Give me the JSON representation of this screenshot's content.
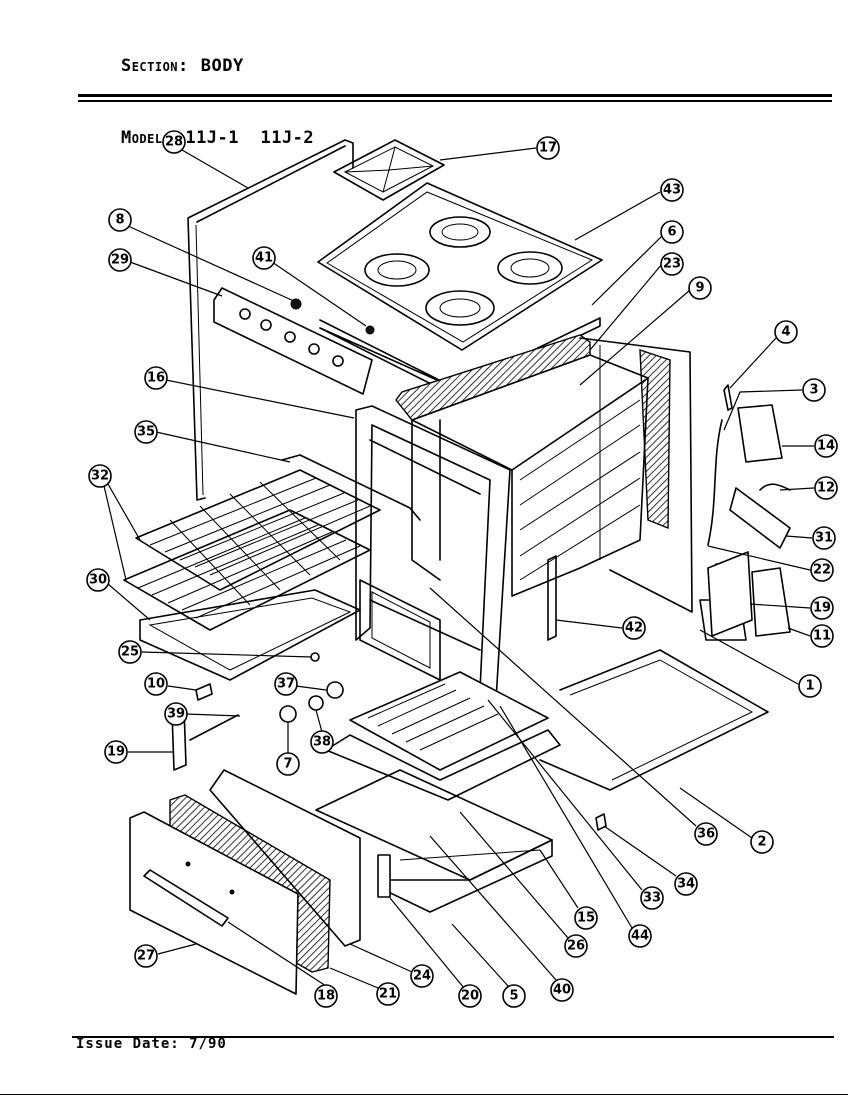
{
  "header": {
    "section_label": "Section:",
    "section_value": "BODY",
    "model_label": "Model:",
    "model_value": "11J-1  11J-2"
  },
  "footer": {
    "issue_date": "Issue Date: 7/90"
  },
  "callouts": [
    {
      "id": "28"
    },
    {
      "id": "17"
    },
    {
      "id": "43"
    },
    {
      "id": "8"
    },
    {
      "id": "6"
    },
    {
      "id": "29"
    },
    {
      "id": "41"
    },
    {
      "id": "23"
    },
    {
      "id": "9"
    },
    {
      "id": "4"
    },
    {
      "id": "3"
    },
    {
      "id": "16"
    },
    {
      "id": "14"
    },
    {
      "id": "35"
    },
    {
      "id": "12"
    },
    {
      "id": "32"
    },
    {
      "id": "31"
    },
    {
      "id": "22"
    },
    {
      "id": "30"
    },
    {
      "id": "19"
    },
    {
      "id": "42"
    },
    {
      "id": "11"
    },
    {
      "id": "25"
    },
    {
      "id": "1"
    },
    {
      "id": "10"
    },
    {
      "id": "37"
    },
    {
      "id": "39"
    },
    {
      "id": "19"
    },
    {
      "id": "7"
    },
    {
      "id": "38"
    },
    {
      "id": "36"
    },
    {
      "id": "2"
    },
    {
      "id": "34"
    },
    {
      "id": "33"
    },
    {
      "id": "15"
    },
    {
      "id": "27"
    },
    {
      "id": "26"
    },
    {
      "id": "44"
    },
    {
      "id": "24"
    },
    {
      "id": "18"
    },
    {
      "id": "21"
    },
    {
      "id": "20"
    },
    {
      "id": "5"
    },
    {
      "id": "40"
    }
  ]
}
